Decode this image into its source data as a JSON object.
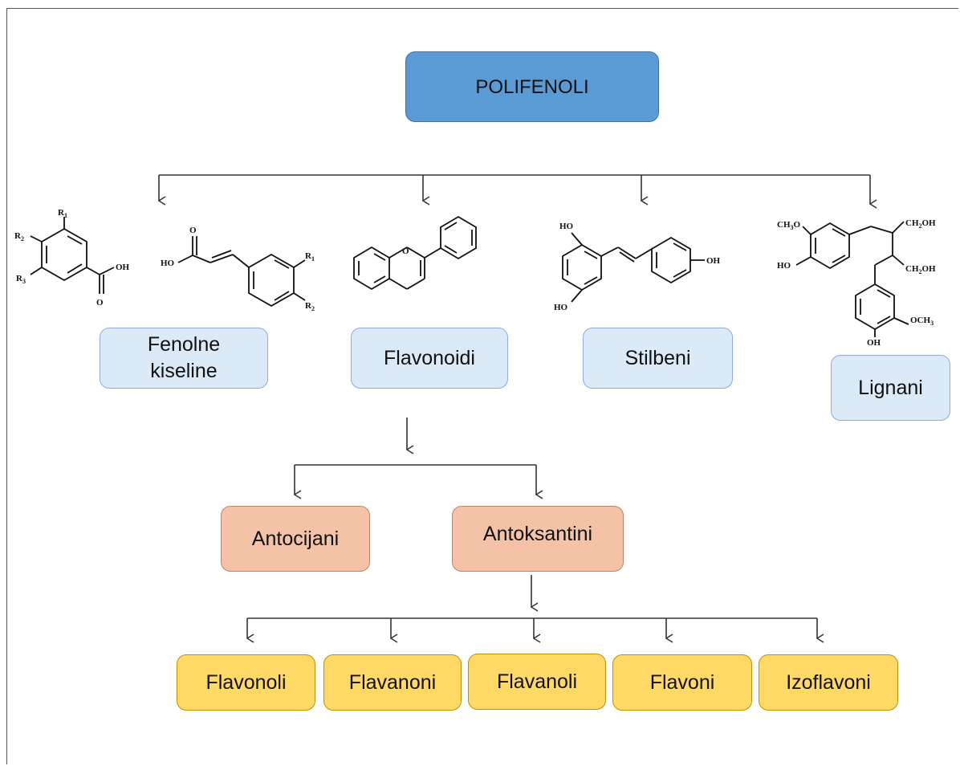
{
  "root": {
    "label": "POLIFENOLI"
  },
  "categories": [
    {
      "label": "Fenolne\nkiseline"
    },
    {
      "label": "Flavonoidi"
    },
    {
      "label": "Stilbeni"
    },
    {
      "label": "Lignani"
    }
  ],
  "flavonoid_subclasses": [
    {
      "label": "Antocijani"
    },
    {
      "label": "Antoksantini"
    }
  ],
  "antoxanthin_subclasses": [
    {
      "label": "Flavonoli"
    },
    {
      "label": "Flavanoni"
    },
    {
      "label": "Flavanoli"
    },
    {
      "label": "Flavoni"
    },
    {
      "label": "Izoflavoni"
    }
  ],
  "structure_labels": {
    "benzoic": {
      "r1": "R",
      "r1_sub": "1",
      "r2": "R",
      "r2_sub": "2",
      "r3": "R",
      "r3_sub": "3",
      "oh": "OH",
      "o": "O"
    },
    "cinnamic": {
      "ho": "HO",
      "o": "O",
      "r1": "R",
      "r1_sub": "1",
      "r2": "R",
      "r2_sub": "2"
    },
    "flavan": {
      "o": "O"
    },
    "stilbene": {
      "ho_top": "HO",
      "ho_bottom": "HO",
      "oh": "OH"
    },
    "lignan": {
      "ch3o": "CH",
      "ch3o_sub": "3",
      "ch3o_end": "O",
      "ho": "HO",
      "ch2oh_1": "CH",
      "ch2oh_1_sub": "2",
      "ch2oh_1_end": "OH",
      "ch2oh_2": "CH",
      "ch2oh_2_sub": "2",
      "ch2oh_2_end": "OH",
      "och3": "OCH",
      "och3_sub": "3",
      "oh": "OH"
    }
  }
}
